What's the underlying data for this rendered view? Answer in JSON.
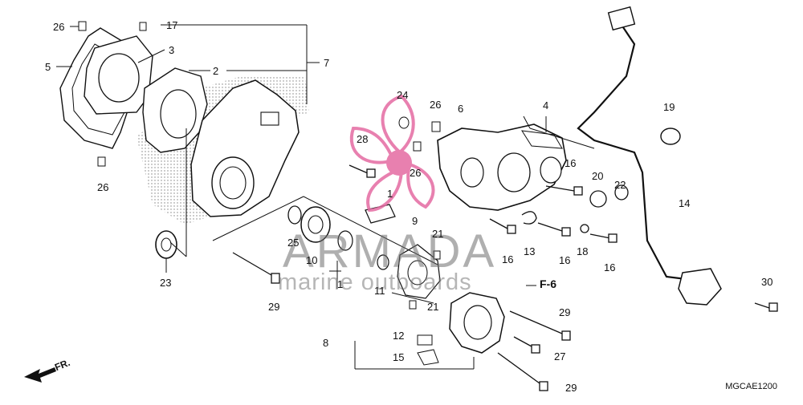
{
  "diagram": {
    "code": "MGCAE1200",
    "front_label": "FR.",
    "ref_label": "F-6",
    "watermark": {
      "title": "ARMADA",
      "subtitle": "marine outboards",
      "brand_color": "#e46aa2"
    },
    "callouts": [
      "26",
      "17",
      "3",
      "5",
      "2",
      "7",
      "26",
      "23",
      "25",
      "10",
      "1",
      "11",
      "29",
      "8",
      "28",
      "24",
      "26",
      "26",
      "1",
      "9",
      "21",
      "21",
      "12",
      "15",
      "6",
      "4",
      "16",
      "20",
      "22",
      "19",
      "14",
      "13",
      "16",
      "16",
      "18",
      "16",
      "30",
      "29",
      "27",
      "29"
    ]
  }
}
